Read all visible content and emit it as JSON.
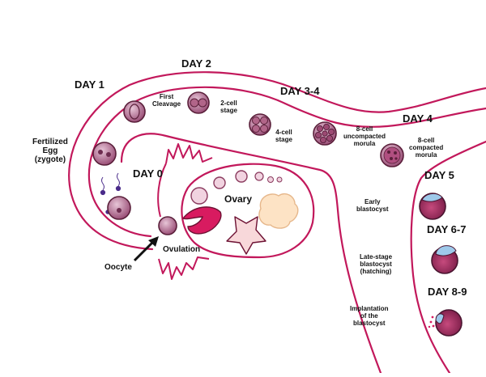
{
  "days": {
    "day0": "DAY 0",
    "day1": "DAY 1",
    "day2": "DAY 2",
    "day3_4": "DAY 3-4",
    "day4": "DAY 4",
    "day5": "DAY 5",
    "day6_7": "DAY 6-7",
    "day8_9": "DAY 8-9"
  },
  "labels": {
    "fertilized_egg": "Fertilized\nEgg\n(zygote)",
    "first_cleavage": "First\nCleavage",
    "two_cell": "2-cell\nstage",
    "four_cell": "4-cell\nstage",
    "eight_cell_uncompacted": "8-cell\nuncompacted\nmorula",
    "eight_cell_compacted": "8-cell\ncompacted\nmorula",
    "early_blastocyst": "Early\nblastocyst",
    "late_blastocyst": "Late-stage\nblastocyst\n(hatching)",
    "implantation": "Implantation\nof the\nblastocyst",
    "ovary": "Ovary",
    "ovulation": "Ovulation",
    "oocyte": "Oocyte"
  },
  "colors": {
    "tube": "#c2185b",
    "cell_fill": "#c48aa8",
    "cell_stroke": "#5a1f3a",
    "blastocyst_fill": "#b0356a",
    "blastocyst_cap": "#9ec9ea",
    "follicle": "#f3dada",
    "corpus_luteum": "#fce5c8",
    "corpus_albicans": "#f7d6d9"
  }
}
